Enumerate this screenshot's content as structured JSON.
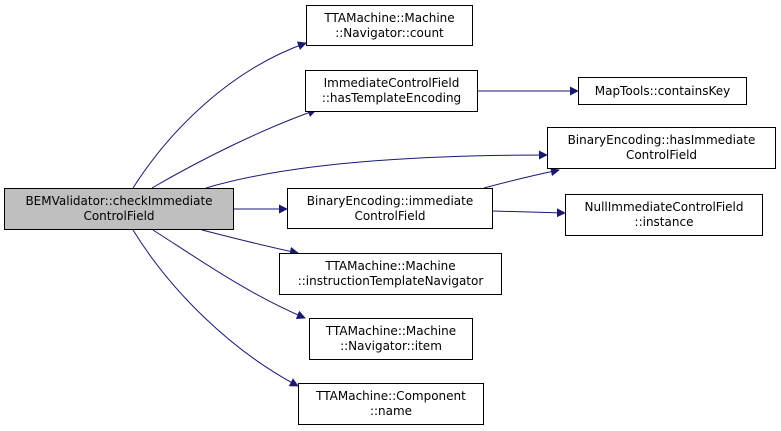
{
  "colors": {
    "edge": "#191970",
    "border": "#000000",
    "root_fill": "#bfbfbf",
    "node_fill": "#ffffff"
  },
  "nodes": {
    "root": {
      "line1": "BEMValidator::checkImmediate",
      "line2": "ControlField"
    },
    "count": {
      "line1": "TTAMachine::Machine",
      "line2": "::Navigator::count"
    },
    "hte": {
      "line1": "ImmediateControlField",
      "line2": "::hasTemplateEncoding"
    },
    "mtk": {
      "line1": "MapTools::containsKey",
      "line2": ""
    },
    "bhicf": {
      "line1": "BinaryEncoding::hasImmediate",
      "line2": "ControlField"
    },
    "bicf": {
      "line1": "BinaryEncoding::immediate",
      "line2": "ControlField"
    },
    "nicf": {
      "line1": "NullImmediateControlField",
      "line2": "::instance"
    },
    "itn": {
      "line1": "TTAMachine::Machine",
      "line2": "::instructionTemplateNavigator"
    },
    "item": {
      "line1": "TTAMachine::Machine",
      "line2": "::Navigator::item"
    },
    "name": {
      "line1": "TTAMachine::Component",
      "line2": "::name"
    }
  }
}
